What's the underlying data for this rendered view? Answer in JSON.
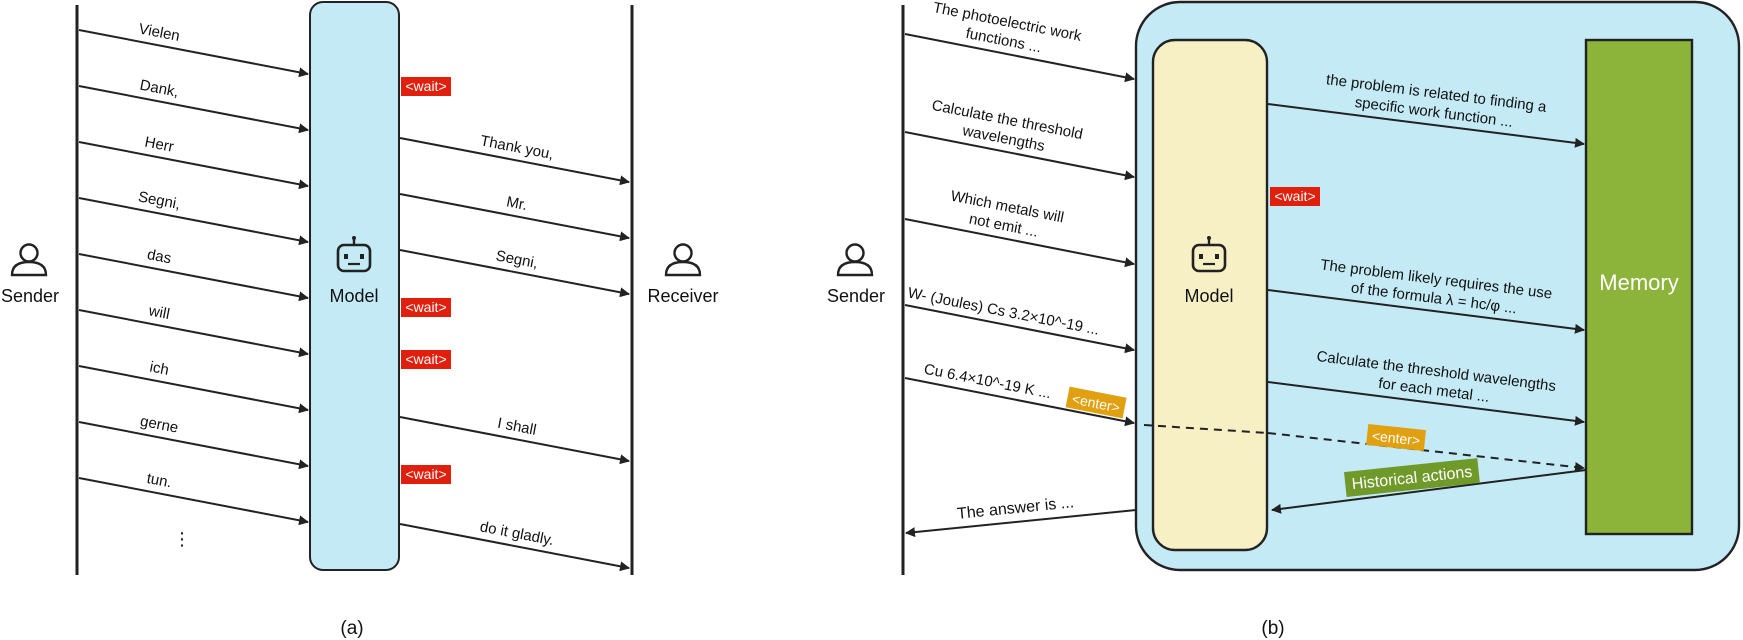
{
  "panel_a": {
    "sender_label": "Sender",
    "model_label": "Model",
    "receiver_label": "Receiver",
    "caption": "(a)",
    "source_words": [
      "Vielen",
      "Dank,",
      "Herr",
      "Segni,",
      "das",
      "will",
      "ich",
      "gerne",
      "tun."
    ],
    "ellipsis": "⋮",
    "wait_tag": "<wait>",
    "output_words": [
      "Thank you,",
      "Mr.",
      "Segni,",
      "I shall",
      "do it gladly."
    ]
  },
  "panel_b": {
    "sender_label": "Sender",
    "model_label": "Model",
    "memory_label": "Memory",
    "caption": "(b)",
    "inputs": [
      [
        "The photoelectric work",
        "functions ..."
      ],
      [
        "Calculate the threshold",
        "wavelengths"
      ],
      [
        "Which metals will",
        "not emit ..."
      ],
      [
        "W- (Joules) Cs 3.2×10^-19 ..."
      ],
      [
        "Cu 6.4×10^-19 K ..."
      ]
    ],
    "enter_tag": "<enter>",
    "wait_tag": "<wait>",
    "memory_writes": [
      [
        "the problem is related to finding a",
        "specific work function ..."
      ],
      [
        "The problem likely requires the use",
        "of the formula λ = hc/φ ..."
      ],
      [
        "Calculate the threshold wavelengths",
        "for each metal ..."
      ]
    ],
    "historical_label": "Historical actions",
    "answer_label": "The answer is ..."
  },
  "colors": {
    "model_box": "#c3eaf5",
    "outer_box_b": "#c3eaf5",
    "model_b_box": "#f6f0c4",
    "memory_box": "#8cb33a",
    "wait_tag": "#e01f0d",
    "enter_tag": "#e0a010",
    "historical_tag": "#6f9a2a"
  }
}
